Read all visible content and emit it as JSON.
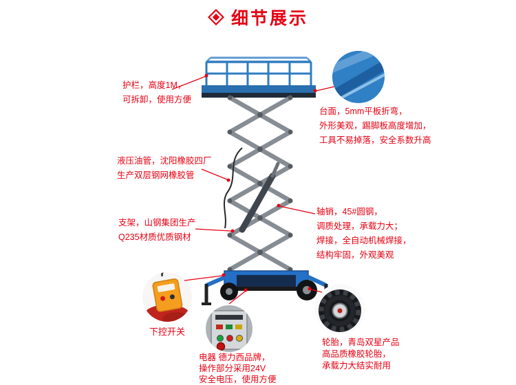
{
  "header": {
    "title": "细节展示",
    "icon": "diamond-icon",
    "accent_color": "#e60012"
  },
  "illustration": {
    "subject": "mobile-scissor-lift",
    "machine_blue": "#2b79c2",
    "scissor_gray": "#878d94"
  },
  "notes": {
    "guardrail": {
      "lines": [
        "护栏，高度1M，",
        "可拆卸，使用方便"
      ]
    },
    "platform": {
      "lines": [
        "台面，5mm平板折弯，",
        "外形美观，踢脚板高度增加，",
        "工具不易掉落，安全系数升高"
      ]
    },
    "hydraulic": {
      "lines": [
        "液压油管，沈阳橡胶四厂",
        "生产双层钢网橡胶管"
      ]
    },
    "support": {
      "lines": [
        "支架，山钢集团生产",
        "Q235材质优质钢材"
      ]
    },
    "axle": {
      "lines": [
        "轴销，45#圆钢，",
        "调质处理，承载力大；",
        "焊接，全自动机械焊接，",
        "结构牢固，外观美观"
      ]
    },
    "remote": {
      "label": "下控开关"
    },
    "electric": {
      "lines": [
        "电器 德力西品牌，",
        "操作部分采用24V",
        "安全电压，使用方便"
      ]
    },
    "tire": {
      "lines": [
        "轮胎，青岛双星产品",
        "高品质橡胶轮胎，",
        "承载力大结实耐用"
      ]
    }
  }
}
